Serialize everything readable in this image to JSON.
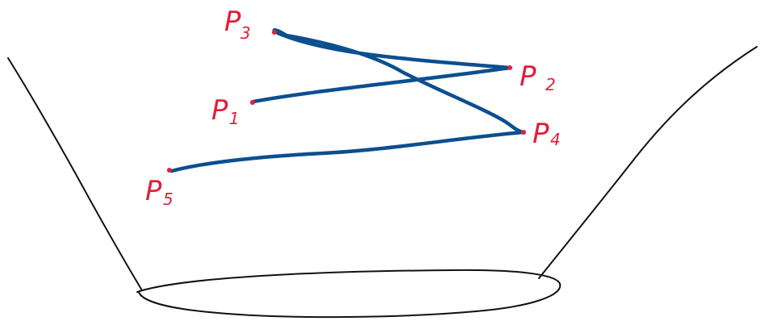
{
  "diagram": {
    "colors": {
      "outline": "#111111",
      "path": "#0b4f8f",
      "points": "#e0203a"
    },
    "points": [
      {
        "id": "P1",
        "letter": "P",
        "sub": "1"
      },
      {
        "id": "P2",
        "letter": "P",
        "sub": "2"
      },
      {
        "id": "P3",
        "letter": "P",
        "sub": "3"
      },
      {
        "id": "P4",
        "letter": "P",
        "sub": "4"
      },
      {
        "id": "P5",
        "letter": "P",
        "sub": "5"
      }
    ],
    "path_order": [
      "P1",
      "P2",
      "P3",
      "P4",
      "P5"
    ]
  }
}
